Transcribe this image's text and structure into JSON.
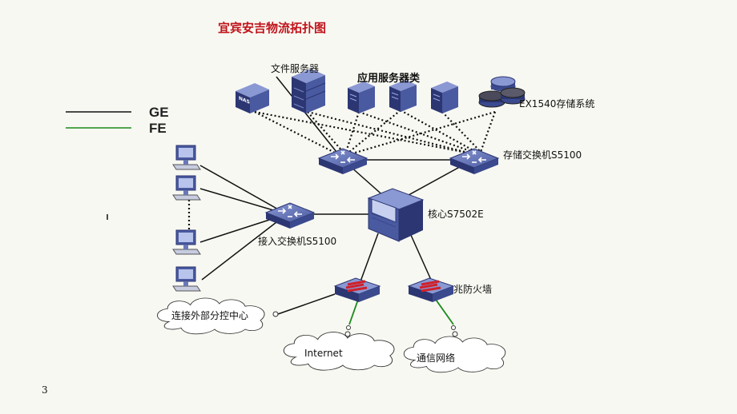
{
  "title": "宜宾安吉物流拓扑图",
  "legend": [
    {
      "label": "GE",
      "color": "#111111"
    },
    {
      "label": "FE",
      "color": "#1a8a1a"
    }
  ],
  "nodes": {
    "file_server": "文件服务器",
    "app_servers": "应用服务器类",
    "storage": "EX1540存储系统",
    "storage_switch": "存储交换机S5100",
    "core": "核心S7502E",
    "access_switch": "接入交换机S5100",
    "firewall": "兆防火墙",
    "nas": "NAS"
  },
  "clouds": {
    "external": "连接外部分控中心",
    "internet": "Internet",
    "telecom": "通信网络"
  },
  "page_number": "3",
  "colors": {
    "title": "#c0141b",
    "device": "#3b4a8e",
    "ge_line": "#111111",
    "fe_line": "#1a8a1a"
  }
}
